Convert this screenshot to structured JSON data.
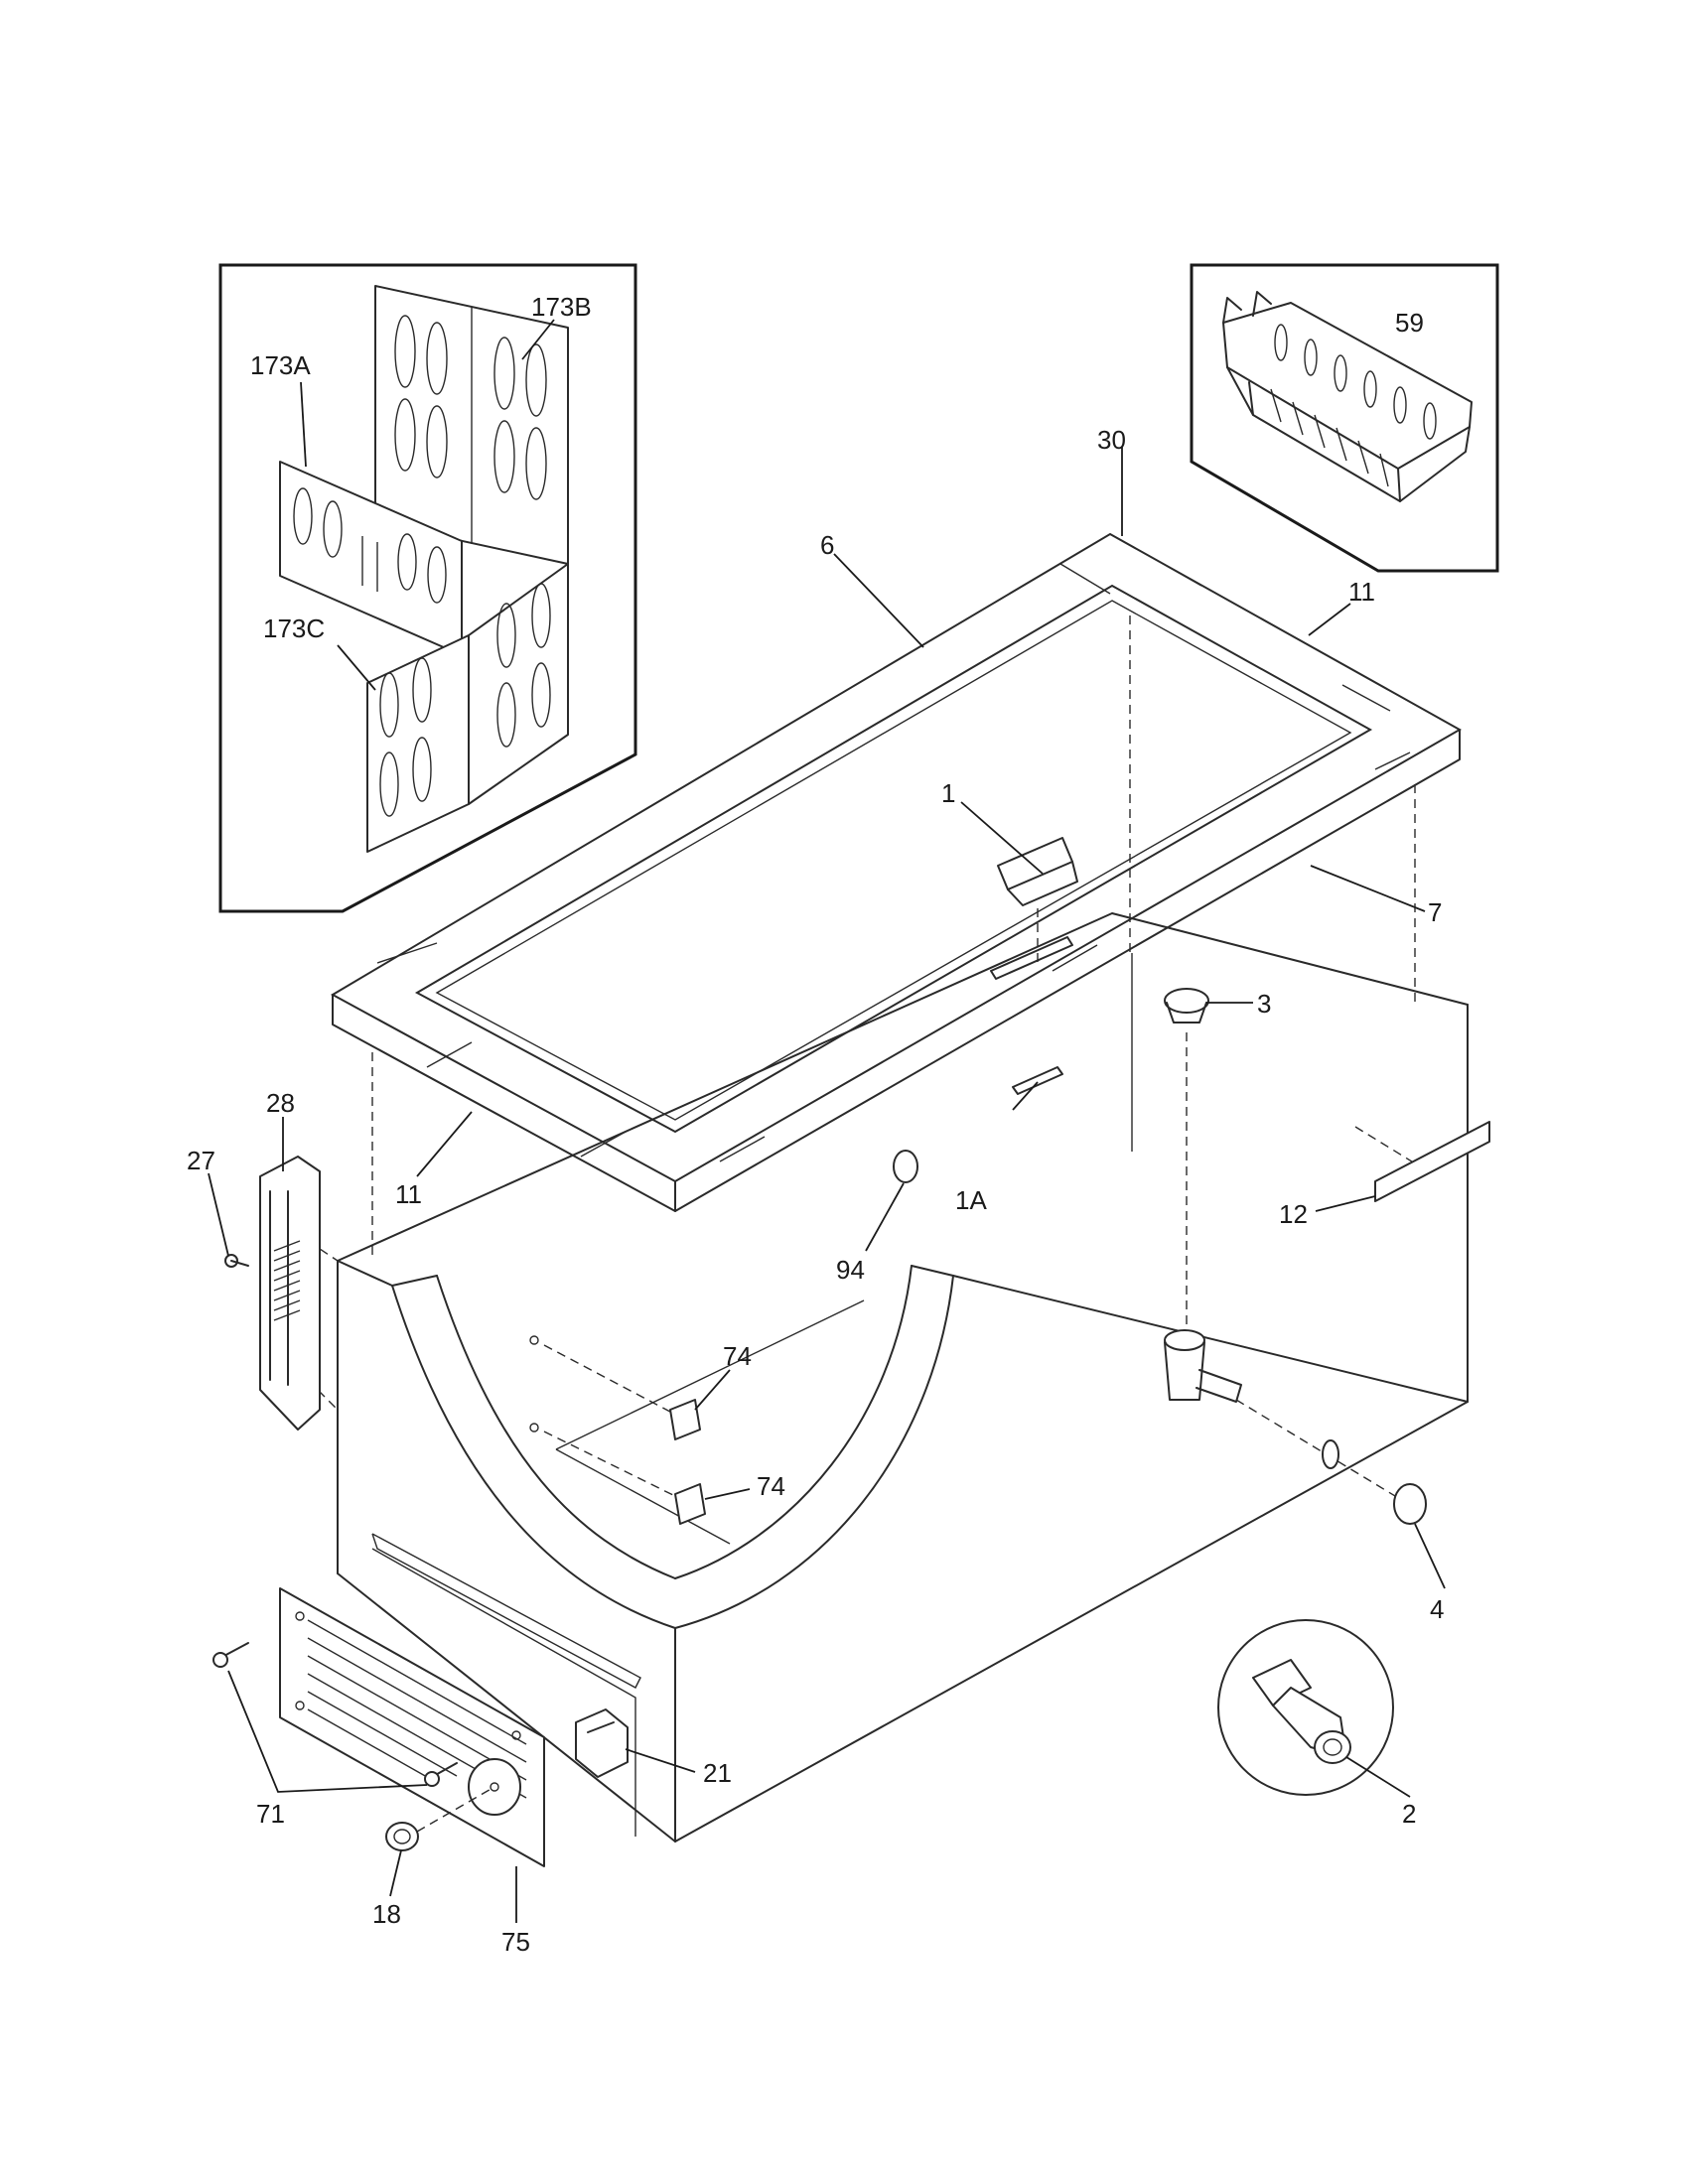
{
  "diagram": {
    "callouts": {
      "p173a": "173A",
      "p173b": "173B",
      "p173c": "173C",
      "p59": "59",
      "p30": "30",
      "p6": "6",
      "p11_top": "11",
      "p11_left": "11",
      "p1": "1",
      "p1a": "1A",
      "p7": "7",
      "p3": "3",
      "p28": "28",
      "p27": "27",
      "p94": "94",
      "p12": "12",
      "p74_top": "74",
      "p74_bottom": "74",
      "p4": "4",
      "p21": "21",
      "p71": "71",
      "p18": "18",
      "p75": "75",
      "p2": "2"
    }
  }
}
